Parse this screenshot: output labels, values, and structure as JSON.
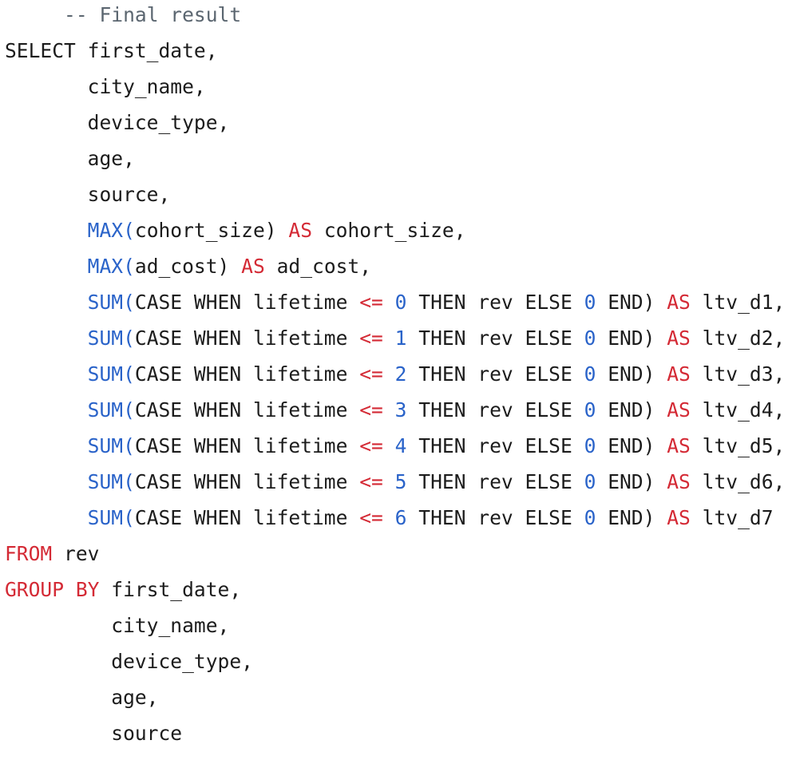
{
  "colors": {
    "text": "#1c1c1c",
    "function": "#2a63c9",
    "keyword_red": "#d42a35",
    "number": "#2a63c9",
    "comment": "#5b6670"
  },
  "lines": [
    [
      [
        "     ",
        ""
      ],
      [
        "-- Final result",
        "cm"
      ]
    ],
    [
      [
        "SELECT first_date,",
        ""
      ]
    ],
    [
      [
        "       city_name,",
        ""
      ]
    ],
    [
      [
        "       device_type,",
        ""
      ]
    ],
    [
      [
        "       age,",
        ""
      ]
    ],
    [
      [
        "       source,",
        ""
      ]
    ],
    [
      [
        "       ",
        ""
      ],
      [
        "MAX(",
        "fn"
      ],
      [
        "cohort_size) ",
        ""
      ],
      [
        "AS",
        "red"
      ],
      [
        " cohort_size,",
        ""
      ]
    ],
    [
      [
        "       ",
        ""
      ],
      [
        "MAX(",
        "fn"
      ],
      [
        "ad_cost) ",
        ""
      ],
      [
        "AS",
        "red"
      ],
      [
        " ad_cost,",
        ""
      ]
    ],
    [
      [
        "       ",
        ""
      ],
      [
        "SUM(",
        "fn"
      ],
      [
        "CASE WHEN lifetime ",
        ""
      ],
      [
        "<=",
        "red"
      ],
      [
        " ",
        ""
      ],
      [
        "0",
        "num"
      ],
      [
        " THEN rev ELSE ",
        ""
      ],
      [
        "0",
        "num"
      ],
      [
        " END) ",
        ""
      ],
      [
        "AS",
        "red"
      ],
      [
        " ltv_d1,",
        ""
      ]
    ],
    [
      [
        "       ",
        ""
      ],
      [
        "SUM(",
        "fn"
      ],
      [
        "CASE WHEN lifetime ",
        ""
      ],
      [
        "<=",
        "red"
      ],
      [
        " ",
        ""
      ],
      [
        "1",
        "num"
      ],
      [
        " THEN rev ELSE ",
        ""
      ],
      [
        "0",
        "num"
      ],
      [
        " END) ",
        ""
      ],
      [
        "AS",
        "red"
      ],
      [
        " ltv_d2,",
        ""
      ]
    ],
    [
      [
        "       ",
        ""
      ],
      [
        "SUM(",
        "fn"
      ],
      [
        "CASE WHEN lifetime ",
        ""
      ],
      [
        "<=",
        "red"
      ],
      [
        " ",
        ""
      ],
      [
        "2",
        "num"
      ],
      [
        " THEN rev ELSE ",
        ""
      ],
      [
        "0",
        "num"
      ],
      [
        " END) ",
        ""
      ],
      [
        "AS",
        "red"
      ],
      [
        " ltv_d3,",
        ""
      ]
    ],
    [
      [
        "       ",
        ""
      ],
      [
        "SUM(",
        "fn"
      ],
      [
        "CASE WHEN lifetime ",
        ""
      ],
      [
        "<=",
        "red"
      ],
      [
        " ",
        ""
      ],
      [
        "3",
        "num"
      ],
      [
        " THEN rev ELSE ",
        ""
      ],
      [
        "0",
        "num"
      ],
      [
        " END) ",
        ""
      ],
      [
        "AS",
        "red"
      ],
      [
        " ltv_d4,",
        ""
      ]
    ],
    [
      [
        "       ",
        ""
      ],
      [
        "SUM(",
        "fn"
      ],
      [
        "CASE WHEN lifetime ",
        ""
      ],
      [
        "<=",
        "red"
      ],
      [
        " ",
        ""
      ],
      [
        "4",
        "num"
      ],
      [
        " THEN rev ELSE ",
        ""
      ],
      [
        "0",
        "num"
      ],
      [
        " END) ",
        ""
      ],
      [
        "AS",
        "red"
      ],
      [
        " ltv_d5,",
        ""
      ]
    ],
    [
      [
        "       ",
        ""
      ],
      [
        "SUM(",
        "fn"
      ],
      [
        "CASE WHEN lifetime ",
        ""
      ],
      [
        "<=",
        "red"
      ],
      [
        " ",
        ""
      ],
      [
        "5",
        "num"
      ],
      [
        " THEN rev ELSE ",
        ""
      ],
      [
        "0",
        "num"
      ],
      [
        " END) ",
        ""
      ],
      [
        "AS",
        "red"
      ],
      [
        " ltv_d6,",
        ""
      ]
    ],
    [
      [
        "       ",
        ""
      ],
      [
        "SUM(",
        "fn"
      ],
      [
        "CASE WHEN lifetime ",
        ""
      ],
      [
        "<=",
        "red"
      ],
      [
        " ",
        ""
      ],
      [
        "6",
        "num"
      ],
      [
        " THEN rev ELSE ",
        ""
      ],
      [
        "0",
        "num"
      ],
      [
        " END) ",
        ""
      ],
      [
        "AS",
        "red"
      ],
      [
        " ltv_d7",
        ""
      ]
    ],
    [
      [
        "FROM",
        "red"
      ],
      [
        " rev",
        ""
      ]
    ],
    [
      [
        "GROUP BY",
        "red"
      ],
      [
        " first_date,",
        ""
      ]
    ],
    [
      [
        "         city_name,",
        ""
      ]
    ],
    [
      [
        "         device_type,",
        ""
      ]
    ],
    [
      [
        "         age,",
        ""
      ]
    ],
    [
      [
        "         source",
        ""
      ]
    ]
  ]
}
